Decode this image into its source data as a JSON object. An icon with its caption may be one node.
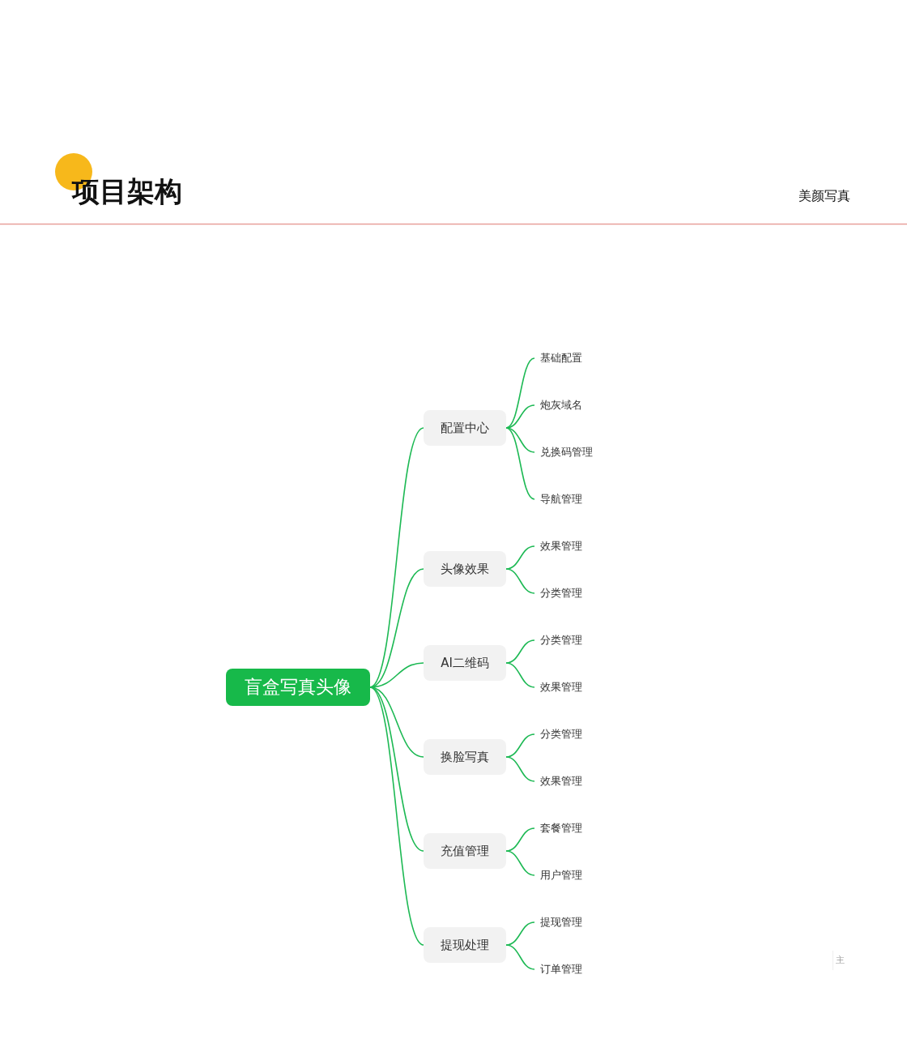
{
  "diagram": {
    "title": "项目架构",
    "nodes": [
      {
        "text": [
          "盲盒写真头像"
        ]
      },
      {
        "text": [
          "配置中心"
        ]
      },
      {
        "text": [
          "基础配置"
        ]
      },
      {
        "text": [
          "炮灰域名"
        ]
      },
      {
        "text": [
          "兑换码管理"
        ]
      },
      {
        "text": [
          "导航管理"
        ]
      },
      {
        "text": [
          "头像效果"
        ]
      },
      {
        "text": [
          "效果管理"
        ]
      },
      {
        "text": [
          "分类管理"
        ]
      },
      {
        "text": [
          "AI二维码"
        ]
      },
      {
        "text": [
          "分类管理"
        ]
      },
      {
        "text": [
          "效果管理"
        ]
      },
      {
        "text": [
          "换脸写真"
        ]
      },
      {
        "text": [
          "分类管理"
        ]
      },
      {
        "text": [
          "效果管理"
        ]
      },
      {
        "text": [
          "充值管理"
        ]
      },
      {
        "text": [
          "套餐管理"
        ]
      },
      {
        "text": [
          "用户管理"
        ]
      },
      {
        "text": [
          "提现处理"
        ]
      },
      {
        "text": [
          "提现管理"
        ]
      },
      {
        "text": [
          "订单管理"
        ]
      }
    ],
    "edges": [
      {
        "from": 0,
        "to": 1,
        "arrow": "none"
      },
      {
        "from": 1,
        "to": 2,
        "arrow": "none"
      },
      {
        "from": 1,
        "to": 3,
        "arrow": "none"
      },
      {
        "from": 1,
        "to": 4,
        "arrow": "none"
      },
      {
        "from": 1,
        "to": 5,
        "arrow": "none"
      },
      {
        "from": 0,
        "to": 6,
        "arrow": "none"
      },
      {
        "from": 6,
        "to": 7,
        "arrow": "none"
      },
      {
        "from": 6,
        "to": 8,
        "arrow": "none"
      },
      {
        "from": 0,
        "to": 9,
        "arrow": "none"
      },
      {
        "from": 9,
        "to": 10,
        "arrow": "none"
      },
      {
        "from": 9,
        "to": 11,
        "arrow": "none"
      },
      {
        "from": 0,
        "to": 12,
        "arrow": "none"
      },
      {
        "from": 12,
        "to": 13,
        "arrow": "none"
      },
      {
        "from": 12,
        "to": 14,
        "arrow": "none"
      },
      {
        "from": 0,
        "to": 15,
        "arrow": "none"
      },
      {
        "from": 15,
        "to": 16,
        "arrow": "none"
      },
      {
        "from": 15,
        "to": 17,
        "arrow": "none"
      },
      {
        "from": 0,
        "to": 18,
        "arrow": "none"
      },
      {
        "from": 18,
        "to": 19,
        "arrow": "none"
      },
      {
        "from": 18,
        "to": 20,
        "arrow": "none"
      }
    ],
    "labels": [
      "美颜写真",
      "主"
    ]
  }
}
